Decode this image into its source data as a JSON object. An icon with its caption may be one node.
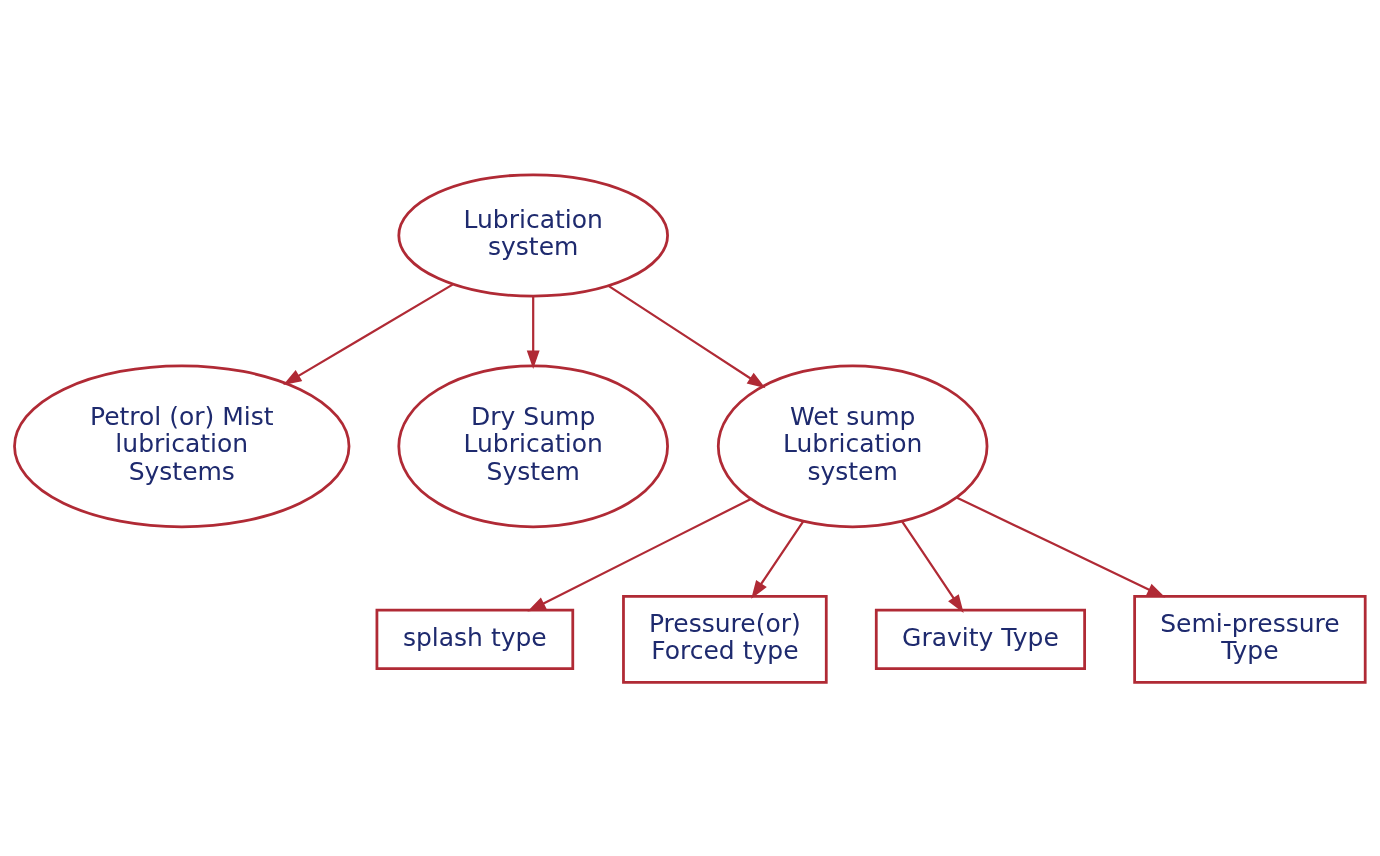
{
  "diagram": {
    "nodes": [
      {
        "text": [
          "Lubrication system"
        ]
      },
      {
        "text": [
          "Petrol (or) Mist lubrication Systems"
        ]
      },
      {
        "text": [
          "Dry Sump Lubrication System"
        ]
      },
      {
        "text": [
          "Wet sump Lubrication system"
        ]
      },
      {
        "text": [
          "splash type"
        ]
      },
      {
        "text": [
          "Pressure(or) Forced type"
        ]
      },
      {
        "text": [
          "Gravity Type"
        ]
      },
      {
        "text": [
          "Semi-pressure Type"
        ]
      }
    ],
    "edges": [
      {
        "from": 0,
        "to": 1,
        "arrow": "to"
      },
      {
        "from": 0,
        "to": 3,
        "arrow": "to"
      },
      {
        "from": 0,
        "to": 2,
        "arrow": "to"
      },
      {
        "from": 3,
        "to": 4,
        "arrow": "to"
      },
      {
        "from": 3,
        "to": 5,
        "arrow": "to"
      },
      {
        "from": 3,
        "to": 6,
        "arrow": "to"
      },
      {
        "from": 3,
        "to": 7,
        "arrow": "to"
      }
    ]
  }
}
